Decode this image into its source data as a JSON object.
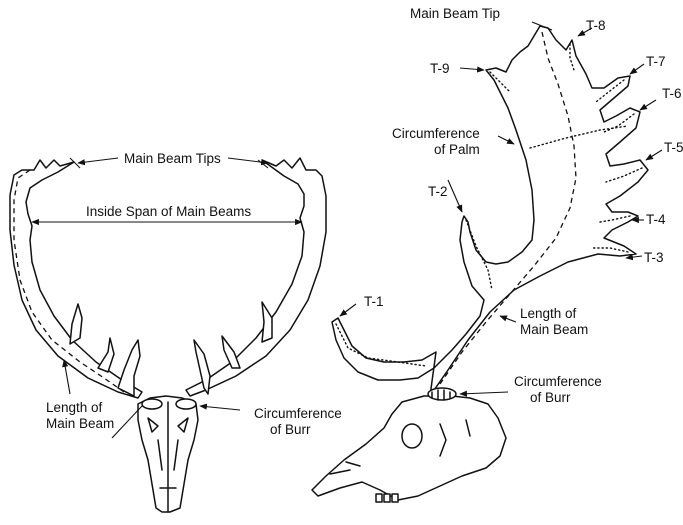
{
  "left_diagram": {
    "main_beam_tips": "Main Beam Tips",
    "inside_span": "Inside Span of Main Beams",
    "length_line1": "Length of",
    "length_line2": "Main Beam",
    "burr_line1": "Circumference",
    "burr_line2": "of Burr"
  },
  "right_diagram": {
    "main_beam_tip": "Main Beam Tip",
    "palm_line1": "Circumference",
    "palm_line2": "of Palm",
    "length_line1": "Length of",
    "length_line2": "Main Beam",
    "burr_line1": "Circumference",
    "burr_line2": "of Burr",
    "tines": [
      "T-1",
      "T-2",
      "T-3",
      "T-4",
      "T-5",
      "T-6",
      "T-7",
      "T-8",
      "T-9"
    ]
  }
}
